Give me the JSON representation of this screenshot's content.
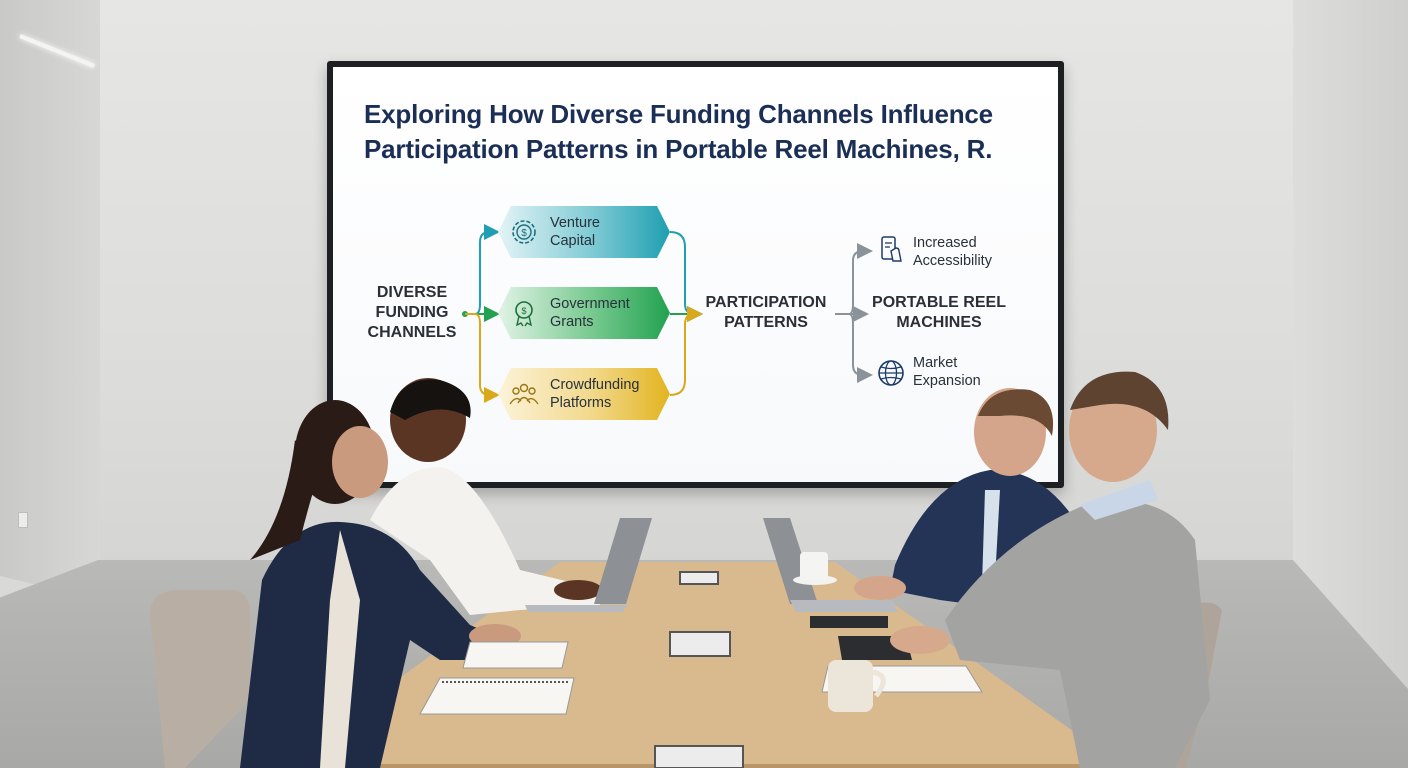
{
  "slide": {
    "title_line1": "Exploring How Diverse Funding Channels Influence",
    "title_line2": "Participation Patterns in Portable Reel Machines, R.",
    "source_label": [
      "DIVERSE",
      "FUNDING",
      "CHANNELS"
    ],
    "channels": [
      {
        "line1": "Venture",
        "line2": "Capital",
        "icon": "dollar-gear-icon",
        "color": "#1f9fb1"
      },
      {
        "line1": "Government",
        "line2": "Grants",
        "icon": "award-ribbon-icon",
        "color": "#22a250"
      },
      {
        "line1": "Crowdfunding",
        "line2": "Platforms",
        "icon": "people-group-icon",
        "color": "#e2b420"
      }
    ],
    "hub_label": [
      "PARTICIPATION",
      "PATTERNS"
    ],
    "target_label": [
      "PORTABLE REEL",
      "MACHINES"
    ],
    "outcomes": [
      {
        "line1": "Increased",
        "line2": "Accessibility",
        "icon": "tablet-hand-icon"
      },
      {
        "line1": "Market",
        "line2": "Expansion",
        "icon": "globe-icon"
      }
    ],
    "title_color": "#1b2f56"
  }
}
